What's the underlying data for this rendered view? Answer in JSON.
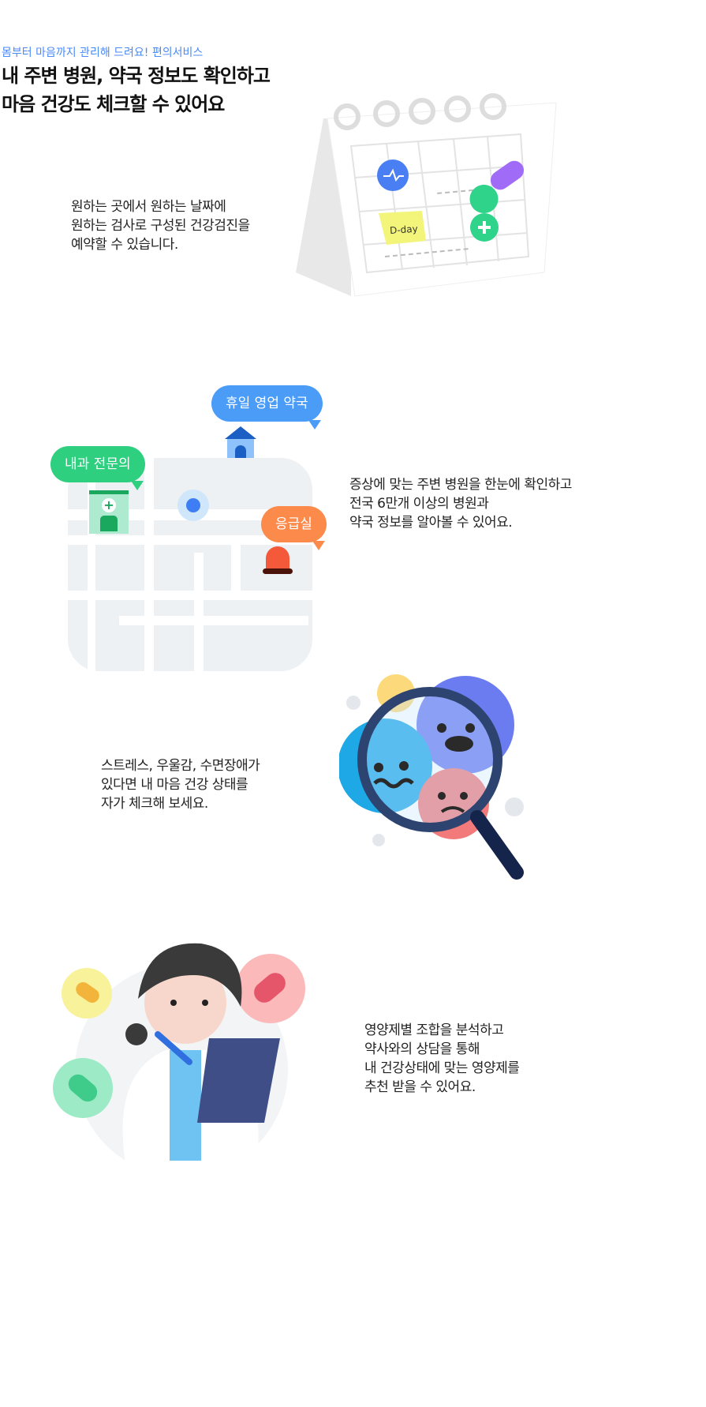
{
  "header": {
    "eyebrow": "몸부터 마음까지 관리해 드려요! 편의서비스",
    "title_lines": [
      "내 주변 병원, 약국 정보도 확인하고",
      "마음 건강도 체크할 수 있어요"
    ]
  },
  "sections": [
    {
      "lines": [
        "원하는 곳에서 원하는 날짜에",
        "원하는 검사로 구성된 건강검진을",
        "예약할 수 있습니다."
      ],
      "sticky_note": "D-day"
    },
    {
      "lines": [
        "증상에 맞는 주변 병원을 한눈에 확인하고",
        "전국 6만개 이상의 병원과",
        "약국 정보를 알아볼 수 있어요."
      ],
      "bubbles": {
        "pharmacy": "휴일 영업 약국",
        "clinic": "내과 전문의",
        "emergency": "응급실"
      },
      "colors": {
        "pharmacy": "#4a9cf7",
        "clinic": "#2ecf7f",
        "emergency": "#fb8a4b"
      }
    },
    {
      "lines": [
        "스트레스, 우울감, 수면장애가",
        "있다면 내 마음 건강 상태를",
        "자가 체크해 보세요."
      ]
    },
    {
      "lines": [
        "영양제별 조합을 분석하고",
        "약사와의 상담을 통해",
        "내 건강상태에 맞는 영양제를",
        "추천 받을 수 있어요."
      ]
    }
  ]
}
